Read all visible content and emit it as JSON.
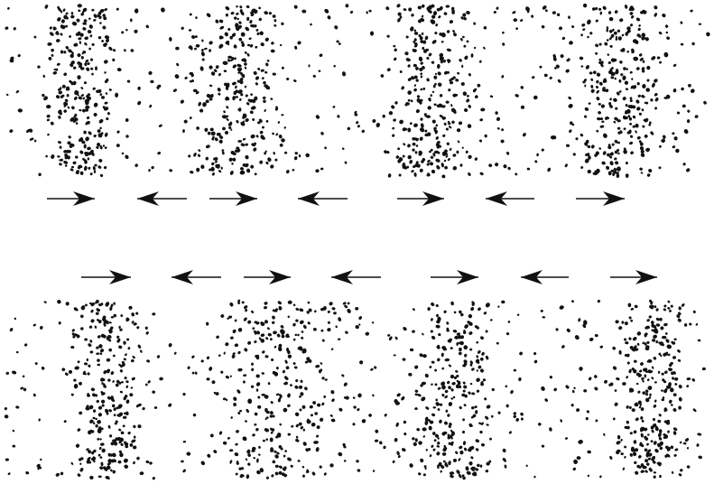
{
  "diagram": {
    "panels": [
      {
        "id": "top",
        "bands": [
          {
            "name": "band-1",
            "density": "dense"
          },
          {
            "name": "band-2",
            "density": "dense"
          },
          {
            "name": "band-3",
            "density": "dense"
          },
          {
            "name": "band-4",
            "density": "dense"
          }
        ],
        "arrows": [
          "right",
          "left",
          "right",
          "left",
          "right",
          "left",
          "right"
        ]
      },
      {
        "id": "bottom",
        "bands": [
          {
            "name": "band-1",
            "density": "dense"
          },
          {
            "name": "band-2",
            "density": "dense"
          },
          {
            "name": "band-3",
            "density": "dense"
          },
          {
            "name": "band-4",
            "density": "dense"
          }
        ],
        "arrows": [
          "right",
          "left",
          "right",
          "left",
          "right",
          "left",
          "right"
        ]
      }
    ],
    "colors": {
      "dots": "#111111",
      "arrows": "#111111",
      "background": "#ffffff"
    }
  }
}
